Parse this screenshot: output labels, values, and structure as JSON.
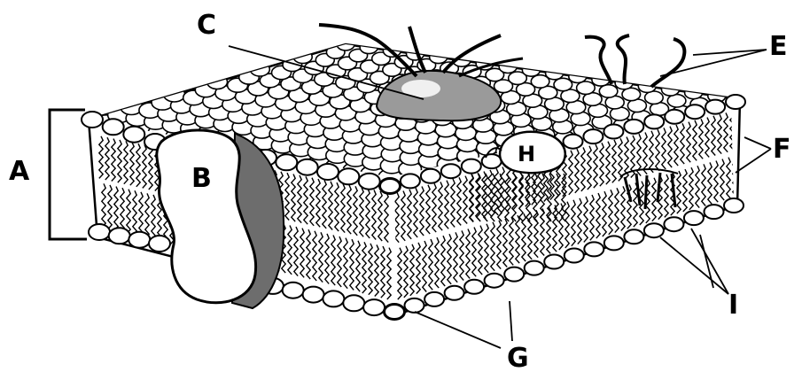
{
  "diagram": {
    "labels": {
      "a": "A",
      "b": "B",
      "c": "C",
      "e": "E",
      "f": "F",
      "g": "G",
      "h": "H",
      "i": "I"
    },
    "colors": {
      "ink": "#000000",
      "head_fill": "#ffffff",
      "protein_shade": "#8a8a8a",
      "background": "#ffffff"
    }
  }
}
